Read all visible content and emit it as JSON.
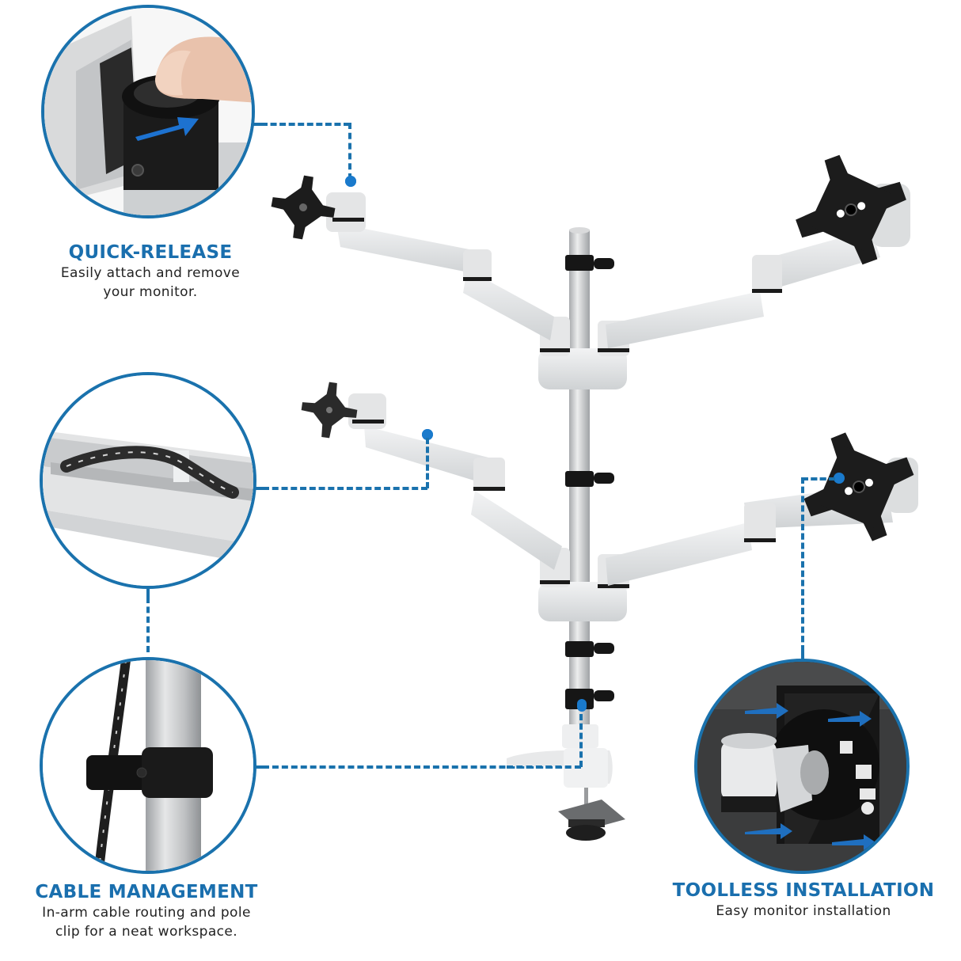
{
  "features": {
    "quick_release": {
      "title": "QUICK-RELEASE",
      "desc_line1": "Easily attach and remove",
      "desc_line2": "your monitor."
    },
    "cable_management": {
      "title": "CABLE MANAGEMENT",
      "desc_line1": "In-arm cable routing and pole",
      "desc_line2": "clip for a neat workspace."
    },
    "toolless_installation": {
      "title": "TOOLLESS INSTALLATION",
      "desc_line1": "Easy monitor installation"
    }
  },
  "colors": {
    "accent_blue": "#1a6fae",
    "dot_blue": "#1a7acc",
    "text_dark": "#222222",
    "background": "#ffffff"
  },
  "product": {
    "name": "quad-monitor-desk-mount",
    "monitor_plates": 4,
    "pole_clips": 4
  }
}
